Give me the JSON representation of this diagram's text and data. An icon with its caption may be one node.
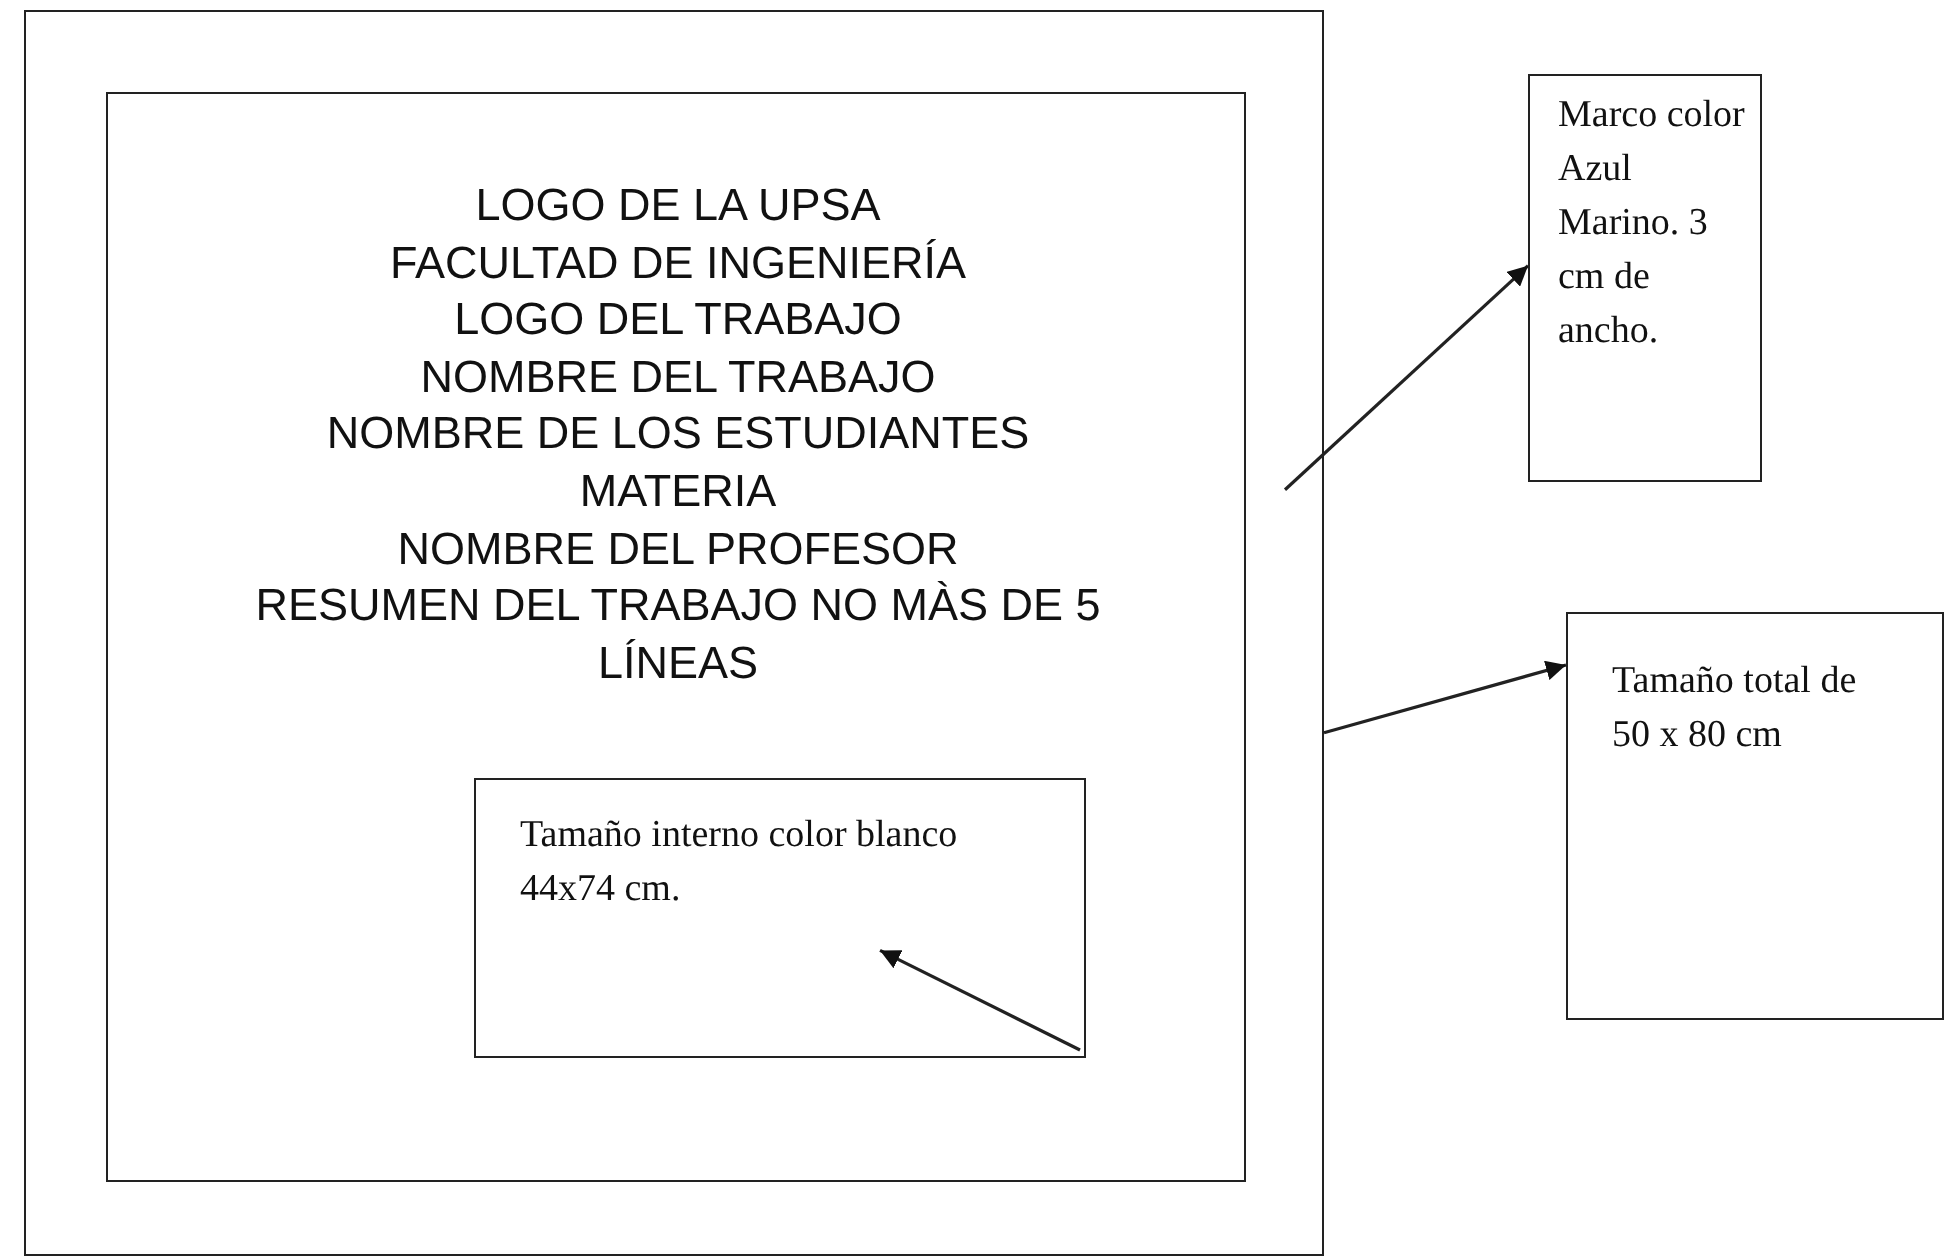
{
  "diagram": {
    "nodes": [
      {
        "text": [],
        "shape": "box"
      },
      {
        "text": [
          "LOGO DE LA UPSA",
          "FACULTAD DE INGENIERÍA",
          "LOGO DEL TRABAJO",
          "NOMBRE DEL TRABAJO",
          "NOMBRE DE LOS ESTUDIANTES",
          "MATERIA",
          "NOMBRE DEL PROFESOR",
          "RESUMEN DEL TRABAJO NO MÀS DE 5 LÍNEAS"
        ],
        "in": 0
      },
      {
        "text": [
          "Tamaño interno color blanco 44x74 cm."
        ],
        "in": 1
      },
      {
        "text": [
          "Marco color Azul Marino. 3 cm de ancho."
        ]
      },
      {
        "text": [
          "Tamaño total de 50 x 80 cm"
        ]
      }
    ],
    "edges": [
      {
        "from": 0,
        "to": 3,
        "arrow": "to"
      },
      {
        "from": 0,
        "to": 4,
        "arrow": "to"
      },
      {
        "from": null,
        "to": 2,
        "arrow": "to"
      }
    ]
  }
}
